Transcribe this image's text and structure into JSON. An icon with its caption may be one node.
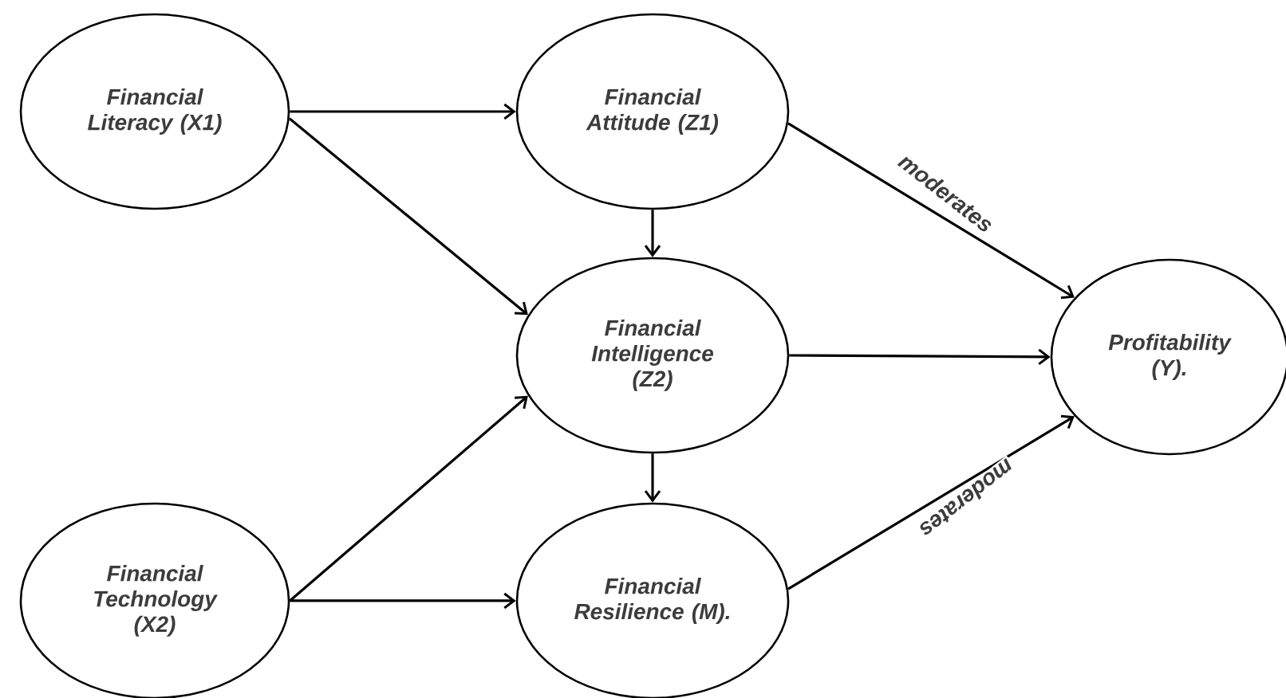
{
  "diagram": {
    "nodes": [
      {
        "text": [
          "Financial Literacy (X1)"
        ]
      },
      {
        "text": [
          "Financial Attitude (Z1)"
        ]
      },
      {
        "text": [
          "Financial Intelligence (Z2)"
        ]
      },
      {
        "text": [
          "Profitability (Y)."
        ]
      },
      {
        "text": [
          "Financial Technology (X2)"
        ]
      },
      {
        "text": [
          "Financial Resilience (M)."
        ]
      }
    ],
    "edges": [
      {
        "from": 0,
        "to": 1,
        "arrow": "to"
      },
      {
        "from": 0,
        "to": 2,
        "arrow": "to"
      },
      {
        "from": 1,
        "to": 2,
        "arrow": "to"
      },
      {
        "from": 1,
        "to": 3,
        "arrow": "to",
        "label": "moderates"
      },
      {
        "from": 2,
        "to": 3,
        "arrow": "to"
      },
      {
        "from": 2,
        "to": 5,
        "arrow": "to"
      },
      {
        "from": 4,
        "to": 2,
        "arrow": "to"
      },
      {
        "from": 4,
        "to": 5,
        "arrow": "to"
      },
      {
        "from": 5,
        "to": 3,
        "arrow": "to",
        "label": "moderates"
      }
    ]
  }
}
